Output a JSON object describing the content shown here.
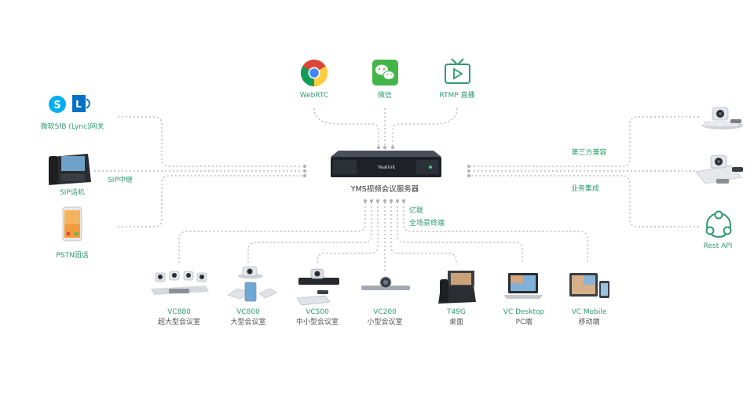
{
  "center": {
    "label": "YMS视频会议服务器",
    "brand": "Yealink"
  },
  "top": [
    {
      "label": "WebRTC",
      "icon": "chrome-icon"
    },
    {
      "label": "微信",
      "icon": "wechat-icon"
    },
    {
      "label": "RTMP 直播",
      "icon": "tv-icon"
    }
  ],
  "left": [
    {
      "label": "微软SfB (Lync)网关",
      "icon": "skype-lync-icon"
    },
    {
      "label": "SIP话机",
      "icon": "desk-phone-icon"
    },
    {
      "label": "PSTN固话",
      "icon": "mobile-phone-icon"
    }
  ],
  "left_annotation": "SIP中继",
  "right": [
    {
      "label": "",
      "icon": "conference-camera-icon"
    },
    {
      "label": "",
      "icon": "video-terminal-icon"
    },
    {
      "label": "Rest API",
      "icon": "rest-api-icon"
    }
  ],
  "right_annotations": [
    "第三方兼容",
    "业务集成"
  ],
  "bottom_annotation": [
    "亿联",
    "全场景终端"
  ],
  "bottom": [
    {
      "model": "VC880",
      "desc": "超大型会议室",
      "icon": "vc880-icon"
    },
    {
      "model": "VC800",
      "desc": "大型会议室",
      "icon": "vc800-icon"
    },
    {
      "model": "VC500",
      "desc": "中小型会议室",
      "icon": "vc500-icon"
    },
    {
      "model": "VC200",
      "desc": "小型会议室",
      "icon": "vc200-icon"
    },
    {
      "model": "T49G",
      "desc": "桌面",
      "icon": "t49g-phone-icon"
    },
    {
      "model": "VC Desktop",
      "desc": "PC端",
      "icon": "laptop-icon"
    },
    {
      "model": "VC Mobile",
      "desc": "移动端",
      "icon": "tablet-phone-icon"
    }
  ],
  "colors": {
    "accent": "#2e9b6e",
    "connector": "#b9b9b9",
    "server": "#1e2228"
  }
}
